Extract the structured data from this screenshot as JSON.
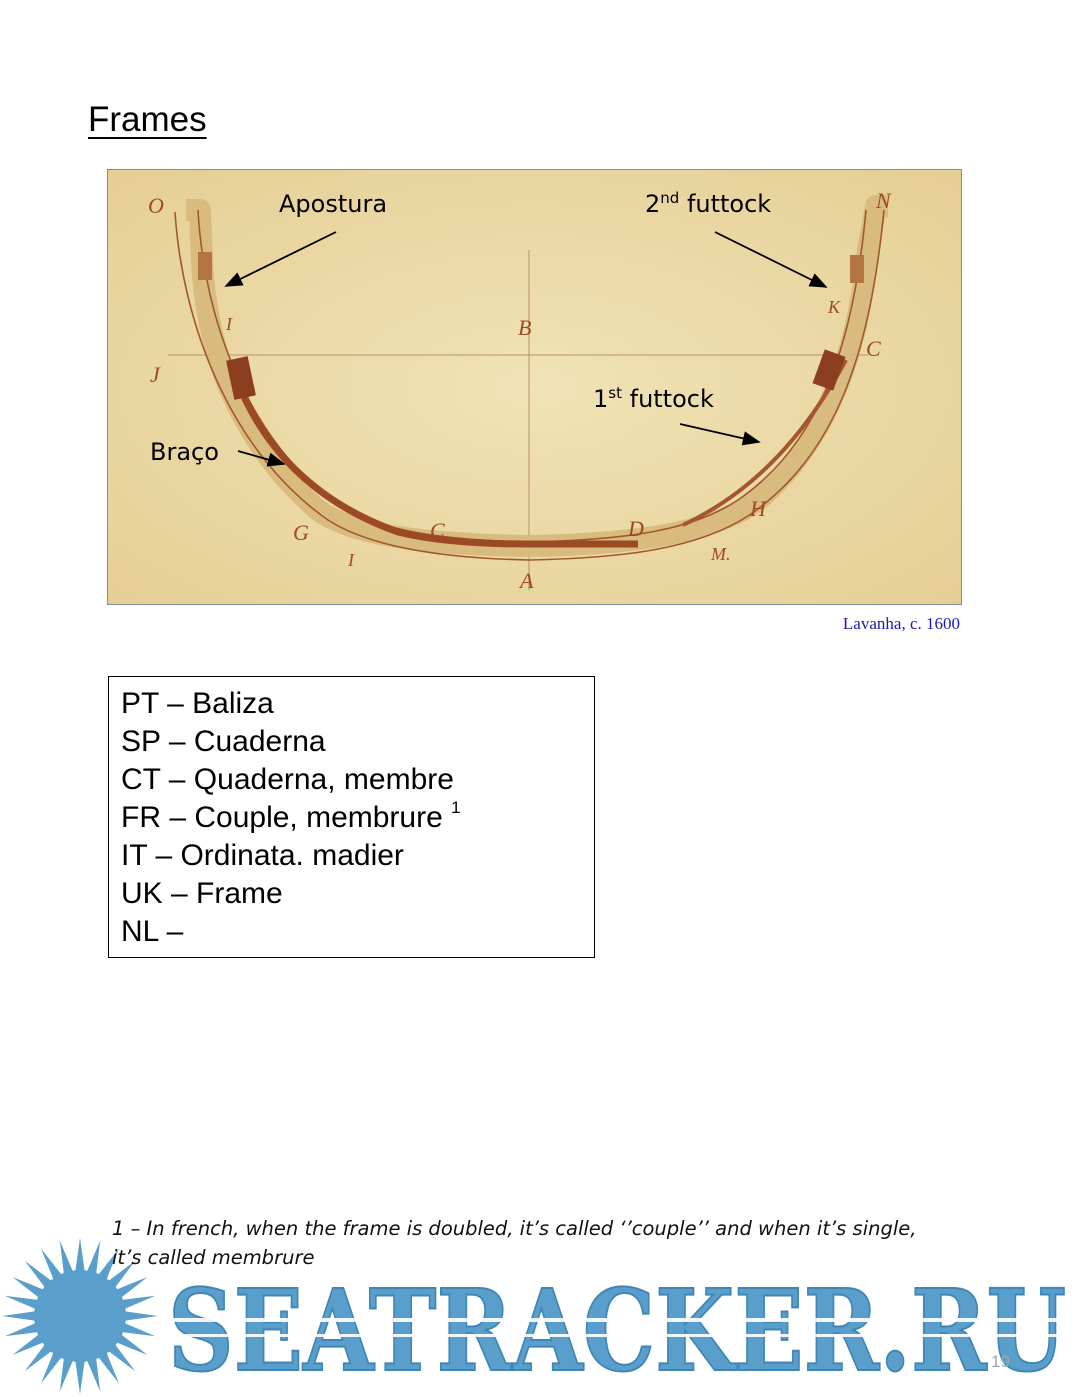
{
  "page": {
    "title": "Frames",
    "number": "19"
  },
  "figure": {
    "labels": {
      "apostura": "Apostura",
      "second_futtock_num": "2",
      "second_futtock_sup": "nd",
      "second_futtock_text": " futtock",
      "first_futtock_num": "1",
      "first_futtock_sup": "st",
      "first_futtock_text": " futtock",
      "braco": "Braço"
    },
    "caption": "Lavanha, c. 1600",
    "colors": {
      "parchment": "#ecdcab",
      "ink": "#9c4a24",
      "arrow": "#000000"
    }
  },
  "terms": [
    {
      "text": "PT – Baliza"
    },
    {
      "text": "SP – Cuaderna"
    },
    {
      "text": "CT – Quaderna, membre"
    },
    {
      "text": "FR – Couple, membrure ",
      "sup": "1"
    },
    {
      "text": "IT – Ordinata. madier"
    },
    {
      "text": "UK – Frame"
    },
    {
      "text": "NL – "
    }
  ],
  "footnote": {
    "line1": "1 – In french, when the frame is doubled, it’s called ‘’couple’’ and when it’s single,",
    "line2": "it’s called membrure"
  },
  "watermark": {
    "text": "SEATRACKER.RU",
    "color": "#5a9fcb"
  }
}
